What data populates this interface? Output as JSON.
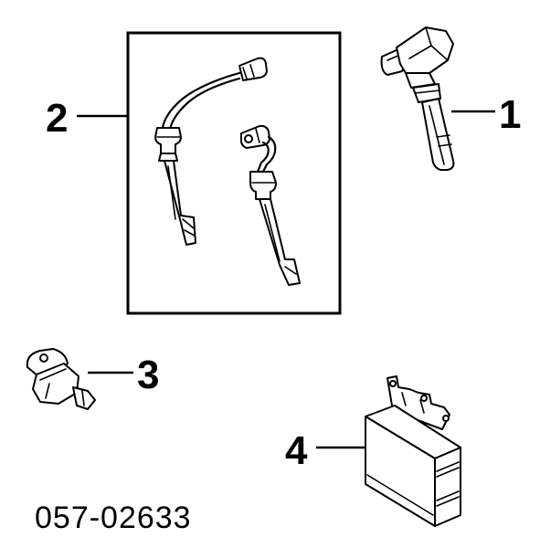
{
  "diagram": {
    "callouts": [
      {
        "id": "1",
        "label": "1"
      },
      {
        "id": "2",
        "label": "2"
      },
      {
        "id": "3",
        "label": "3"
      },
      {
        "id": "4",
        "label": "4"
      }
    ],
    "part_number": "057-02633"
  },
  "colors": {
    "line": "#000000",
    "background": "#ffffff"
  }
}
